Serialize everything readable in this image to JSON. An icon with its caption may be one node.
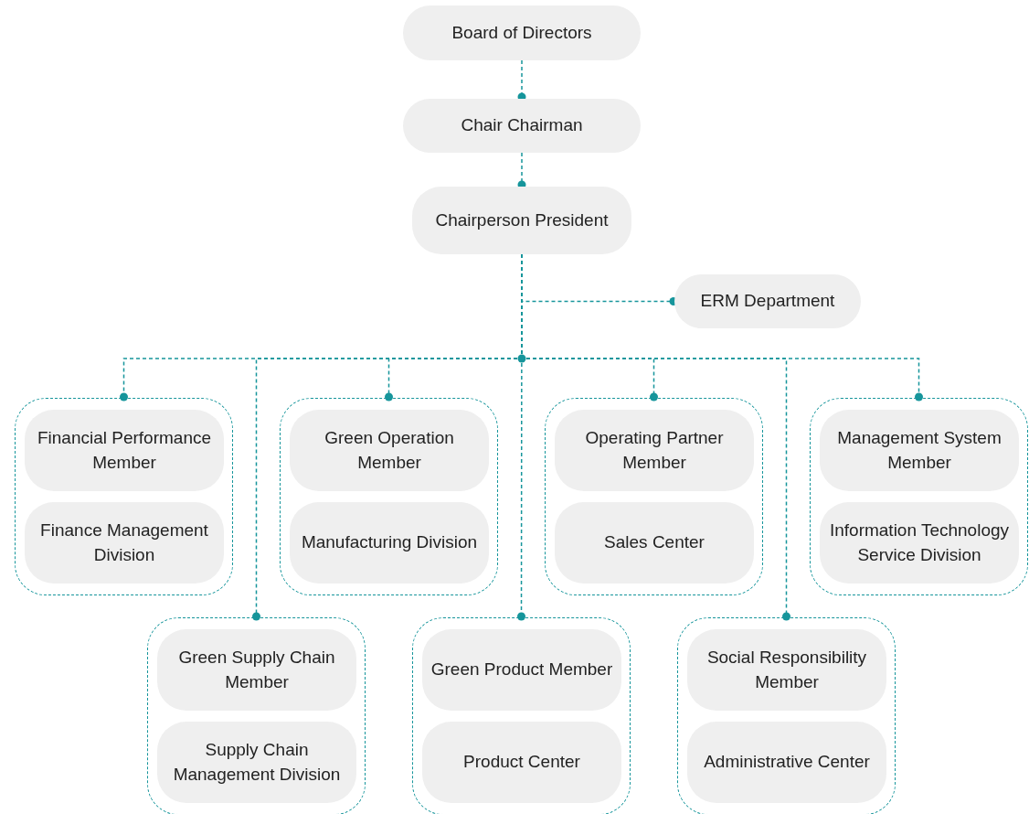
{
  "diagram": {
    "nodes": [
      {
        "text": [
          "Board of Directors"
        ]
      },
      {
        "text": [
          "Chair Chairman"
        ]
      },
      {
        "text": [
          "Chairperson President"
        ]
      },
      {
        "text": [
          "ERM Department"
        ]
      },
      {
        "text": [],
        "shape": "box"
      },
      {
        "text": [
          "Financial Performance Member"
        ],
        "in": 4
      },
      {
        "text": [
          "Finance Management Division"
        ],
        "in": 4
      },
      {
        "text": [],
        "shape": "box"
      },
      {
        "text": [
          "Green Operation Member"
        ],
        "in": 7
      },
      {
        "text": [
          "Manufacturing Division"
        ],
        "in": 7
      },
      {
        "text": [],
        "shape": "box"
      },
      {
        "text": [
          "Operating Partner Member"
        ],
        "in": 10
      },
      {
        "text": [
          "Sales Center"
        ],
        "in": 10
      },
      {
        "text": [],
        "shape": "box"
      },
      {
        "text": [
          "Management System Member"
        ],
        "in": 13
      },
      {
        "text": [
          "Information Technology Service Division"
        ],
        "in": 13
      },
      {
        "text": [],
        "shape": "box"
      },
      {
        "text": [
          "Green Supply Chain Member"
        ],
        "in": 16
      },
      {
        "text": [
          "Supply Chain Management Division"
        ],
        "in": 16
      },
      {
        "text": [],
        "shape": "box"
      },
      {
        "text": [
          "Green Product Member"
        ],
        "in": 19
      },
      {
        "text": [
          "Product Center"
        ],
        "in": 19
      },
      {
        "text": [],
        "shape": "box"
      },
      {
        "text": [
          "Social Responsibility Member"
        ],
        "in": 22
      },
      {
        "text": [
          "Administrative Center"
        ],
        "in": 22
      }
    ],
    "edges": [
      {
        "from": 0,
        "to": 1,
        "arrow": "other"
      },
      {
        "from": 1,
        "to": 2,
        "arrow": "other"
      },
      {
        "from": 2,
        "to": 3,
        "arrow": "other"
      },
      {
        "from": 2,
        "to": 4,
        "arrow": "other"
      },
      {
        "from": 2,
        "to": 7,
        "arrow": "other"
      },
      {
        "from": 2,
        "to": 10,
        "arrow": "other"
      },
      {
        "from": 2,
        "to": 13,
        "arrow": "other"
      },
      {
        "from": 2,
        "to": 16,
        "arrow": "other"
      },
      {
        "from": 2,
        "to": 19,
        "arrow": "other"
      },
      {
        "from": 2,
        "to": 22,
        "arrow": "other"
      }
    ]
  }
}
